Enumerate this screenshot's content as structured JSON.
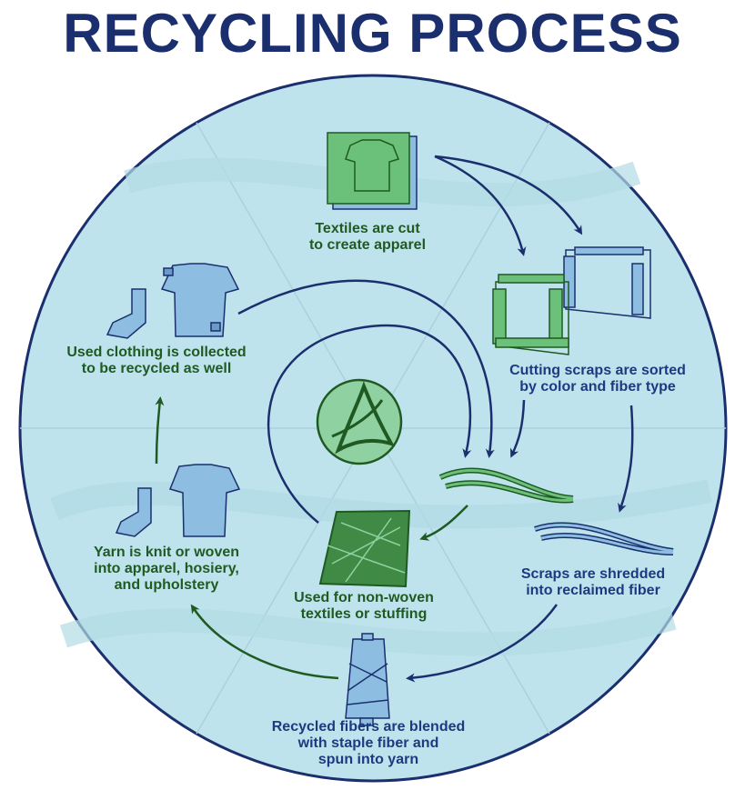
{
  "title": "RECYCLING PROCESS",
  "colors": {
    "navy": "#1b2f6e",
    "green": "#1f5a22",
    "circle_fill": "#bfe3ec",
    "icon_green": "#6cc17a",
    "icon_blue": "#8dbde0"
  },
  "steps": [
    {
      "id": "cut",
      "lines": [
        "Textiles are cut",
        "to create apparel"
      ]
    },
    {
      "id": "sorted",
      "lines": [
        "Cutting scraps are sorted",
        "by color and fiber type"
      ]
    },
    {
      "id": "shredded",
      "lines": [
        "Scraps are shredded",
        "into reclaimed fiber"
      ]
    },
    {
      "id": "spun",
      "lines": [
        "Recycled fibers are blended",
        "with staple fiber and",
        "spun into yarn"
      ]
    },
    {
      "id": "knit",
      "lines": [
        "Yarn is knit or woven",
        "into apparel,  hosiery,",
        "and upholstery"
      ]
    },
    {
      "id": "collected",
      "lines": [
        "Used clothing is collected",
        "to be recycled as well"
      ]
    },
    {
      "id": "nonwoven",
      "lines": [
        "Used for non-woven",
        "textiles or stuffing"
      ]
    }
  ]
}
